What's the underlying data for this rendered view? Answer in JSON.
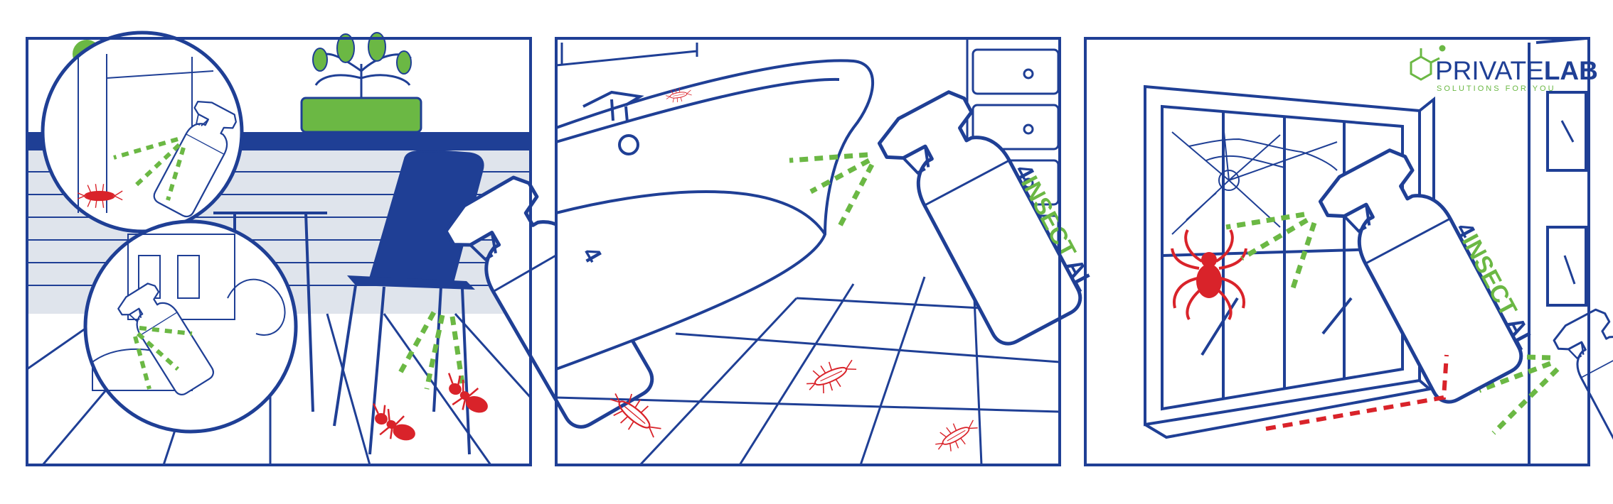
{
  "colors": {
    "blue": "#1f3f95",
    "green": "#6bb844",
    "red": "#d9232a",
    "stripe": "#dfe4ec"
  },
  "brand": {
    "name_part1": "PRIVATE",
    "name_part2": "LAB",
    "tagline": "SOLUTIONS FOR YOU"
  },
  "product": {
    "label_prefix": "4",
    "label_main": "INSECT",
    "label_suffix": "AL"
  },
  "icons": [
    "molecule-logo-icon",
    "spray-bottle-icon",
    "ant-icon",
    "cockroach-icon",
    "silverfish-icon",
    "spider-icon",
    "spider-web-icon",
    "plant-icon"
  ]
}
